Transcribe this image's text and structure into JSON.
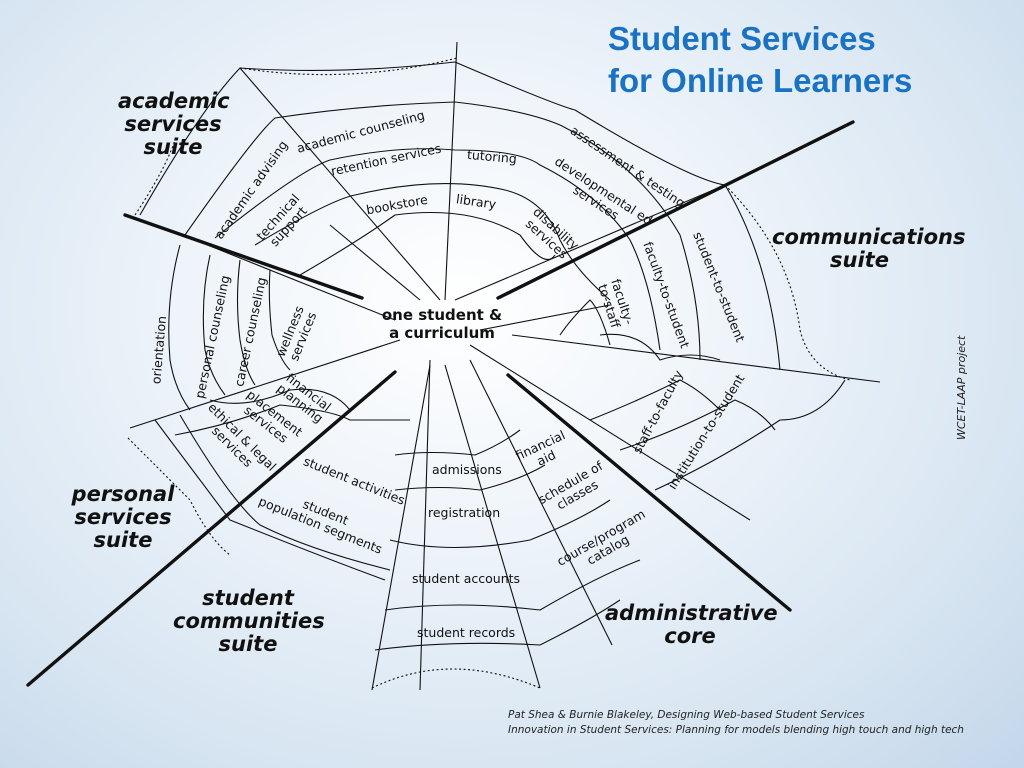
{
  "title": {
    "line1": "Student Services",
    "line2": "for Online Learners"
  },
  "center": {
    "line1": "one student &",
    "line2": "a curriculum"
  },
  "suites": {
    "academic": [
      "academic",
      "services",
      "suite"
    ],
    "communications": [
      "communications",
      "suite"
    ],
    "personal": [
      "personal",
      "services",
      "suite"
    ],
    "student_communities": [
      "student",
      "communities",
      "suite"
    ],
    "administrative": [
      "administrative",
      "core"
    ]
  },
  "services": {
    "academic_counseling": "academic counseling",
    "retention_services": "retention services",
    "tutoring": "tutoring",
    "academic_advising": "academic advising",
    "technical": "technical",
    "support": "support",
    "bookstore": "bookstore",
    "library": "library",
    "assessment_testing": "assessment & testing",
    "developmental_ed": "developmental ed",
    "services_word": "services",
    "disability": "disability",
    "faculty_to_staff_1": "faculty-",
    "faculty_to_staff_2": "to-staff",
    "faculty_to_student": "faculty-to-student",
    "student_to_student": "student-to-student",
    "staff_to_faculty": "staff-to-faculty",
    "institution_to_student": "institution-to-student",
    "orientation": "orientation",
    "personal_counseling": "personal counseling",
    "career_counseling": "career counseling",
    "wellness": "wellness",
    "financial": "financial",
    "planning": "planning",
    "placement": "placement",
    "ethical_legal": "ethical & legal",
    "student_activities": "student activities",
    "student_word": "student",
    "population_segments": "population segments",
    "admissions": "admissions",
    "registration": "registration",
    "student_accounts": "student accounts",
    "student_records": "student records",
    "financial_aid_1": "financial",
    "financial_aid_2": "aid",
    "schedule_of": "schedule of",
    "classes": "classes",
    "course_program": "course/program",
    "catalog": "catalog"
  },
  "credit": {
    "line1": "Pat Shea & Burnie Blakeley, Designing Web-based Student Services",
    "line2": "Innovation in Student Services: Planning for models blending high touch and high tech"
  },
  "project": "WCET-LAAP project",
  "colors": {
    "title": "#1a72c2",
    "web": "#111111",
    "background": "#d6e4f1"
  }
}
